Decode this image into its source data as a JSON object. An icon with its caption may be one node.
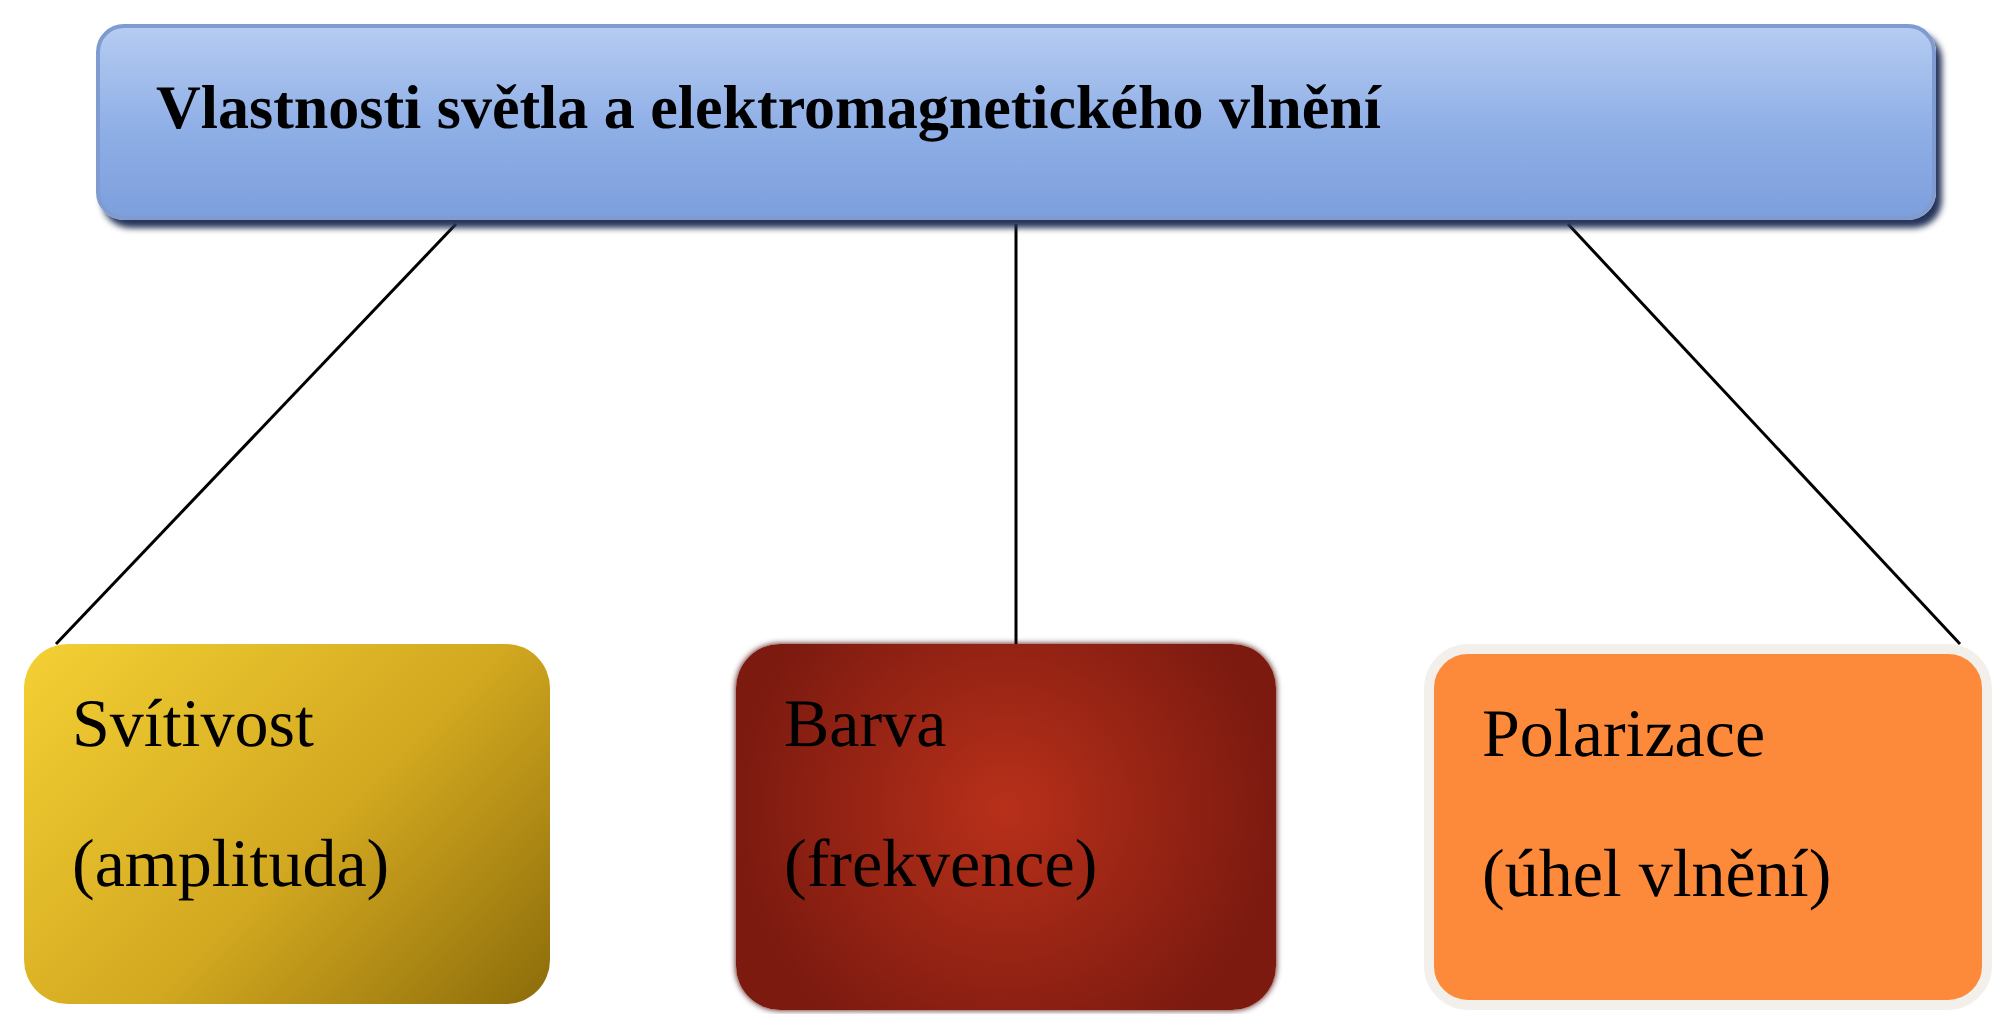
{
  "diagram": {
    "nodes": [
      {
        "text": [
          "Vlastnosti světla a elektromagnetického vlnění"
        ]
      },
      {
        "text": [
          "Svítivost",
          "(amplituda)"
        ]
      },
      {
        "text": [
          "Barva",
          "(frekvence)"
        ]
      },
      {
        "text": [
          "Polarizace",
          "(úhel vlnění)"
        ]
      }
    ],
    "edges": [
      {
        "from": 0,
        "to": 1,
        "arrow": "none"
      },
      {
        "from": 0,
        "to": 2,
        "arrow": "none"
      },
      {
        "from": 0,
        "to": 3,
        "arrow": "none"
      }
    ]
  }
}
